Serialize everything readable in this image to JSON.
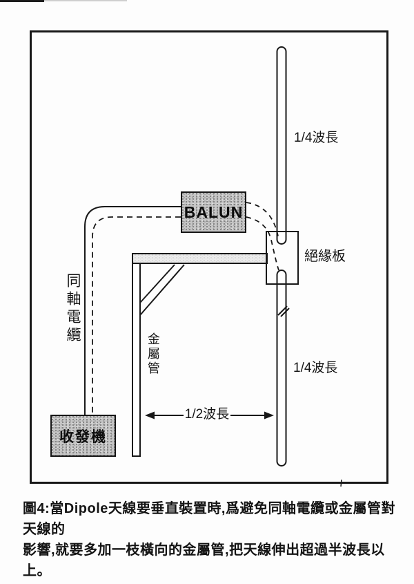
{
  "figure": {
    "boxes": {
      "balun": "BALUN",
      "transceiver": "收發機"
    },
    "labels": {
      "quarter_wave_top": "1/4波長",
      "quarter_wave_bottom": "1/4波長",
      "insulator_board": "絕緣板",
      "coax_cable": "同軸電纜",
      "metal_pipe": "金屬管",
      "half_wave": "1/2波長"
    },
    "caption": {
      "line1": "圖4:當Dipole天線要垂直裝置時,爲避免同軸電纜或金屬管對天線的",
      "line2": "影響,就要多加一枝橫向的金屬管,把天線伸出超過半波長以上。"
    }
  },
  "colors": {
    "ink": "#1a1a1a",
    "box_fill": "#c7c7c7",
    "bar_fill": "#ececec",
    "page": "#fdfdfd"
  }
}
